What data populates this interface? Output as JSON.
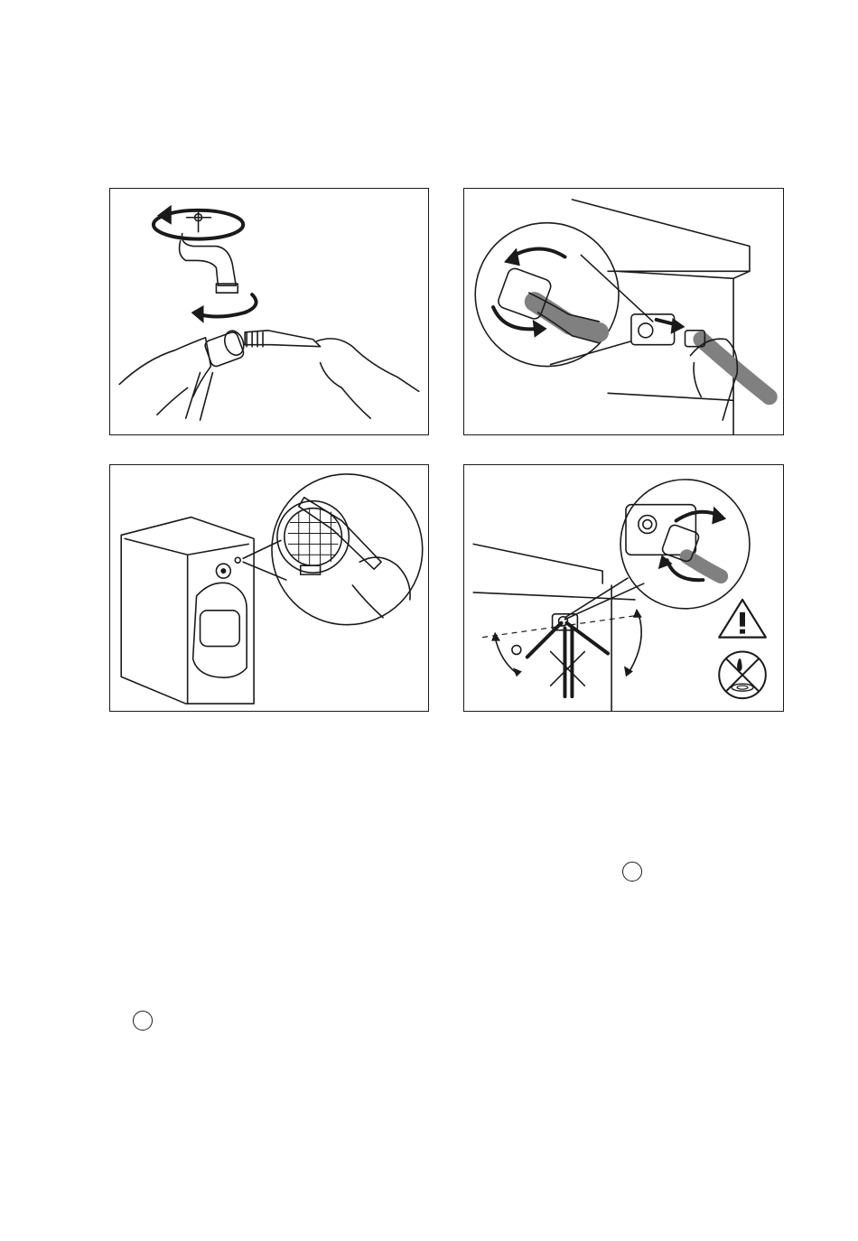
{
  "figures": [
    {
      "id": "clean-tap-filter",
      "icon": "tap-filter-brush-illustration"
    },
    {
      "id": "unscrew-inlet-hose",
      "icon": "inlet-hose-disconnect-illustration"
    },
    {
      "id": "clean-machine-filter",
      "icon": "machine-filter-brush-illustration"
    },
    {
      "id": "reconnect-inlet-hose",
      "icon": "inlet-hose-reconnect-illustration"
    }
  ],
  "symbols": {
    "warning": "warning-triangle-icon",
    "no_leak": "no-water-leak-icon"
  },
  "colors": {
    "ink": "#1a1a1a",
    "hose": "#808080",
    "paper": "#ffffff"
  }
}
